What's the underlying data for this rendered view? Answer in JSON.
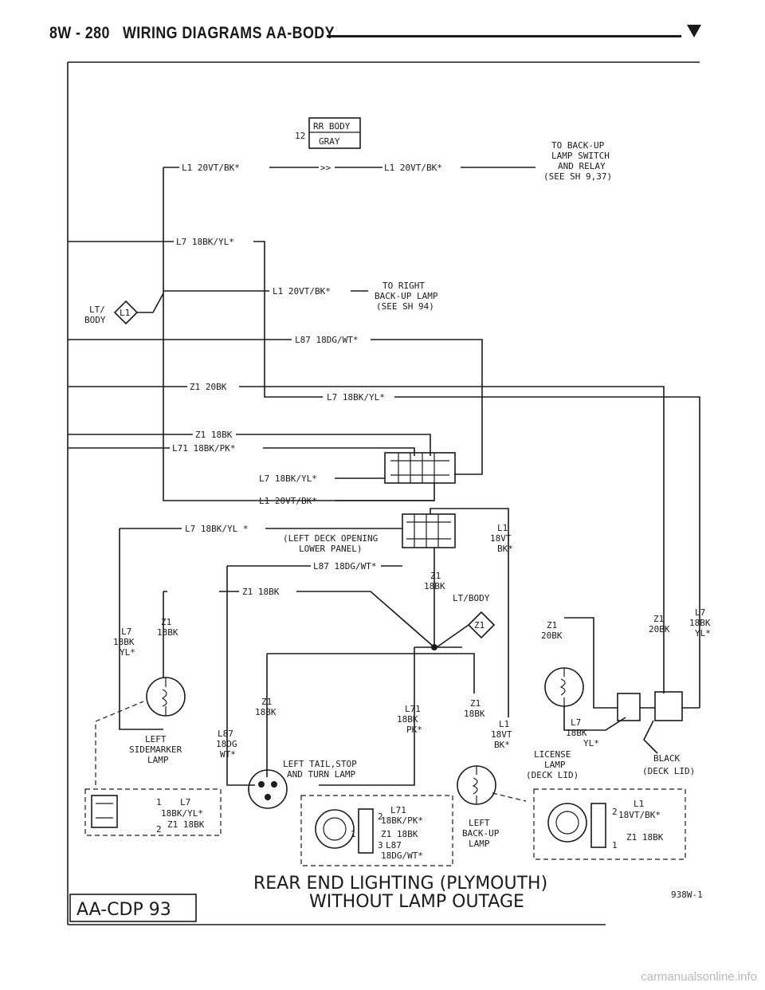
{
  "header": {
    "page_number": "8W - 280",
    "title": "WIRING DIAGRAMS AA-BODY"
  },
  "diagram": {
    "connector_top": {
      "pin": "12",
      "name": "RR BODY",
      "color": "GRAY"
    },
    "wire_top_left": "L1 20VT/BK*",
    "wire_top_right": "L1 20VT/BK*",
    "to_backup_switch": [
      "TO BACK-UP",
      "LAMP SWITCH",
      "AND RELAY",
      "(SEE SH 9,37)"
    ],
    "wire_l7_a": "L7 18BK/YL*",
    "wire_l1_b": "L1 20VT/BK*",
    "to_right_backup": [
      "TO RIGHT",
      "BACK-UP LAMP",
      "(SEE SH 94)"
    ],
    "ground_lt_body": [
      "LT/",
      "BODY"
    ],
    "ground_l1": "L1",
    "wire_l87_a": "L87 18DG/WT*",
    "wire_z1_20": "Z1 20BK",
    "wire_l7_b": "L7 18BK/YL*",
    "wire_z1_18": "Z1 18BK",
    "wire_l71": "L71 18BK/PK*",
    "wire_l7_c": "L7 18BK/YL*",
    "wire_l1_c": "L1 20VT/BK*",
    "wire_l7_d": "L7 18BK/YL *",
    "deck_label": [
      "(LEFT DECK OPENING",
      "LOWER PANEL)"
    ],
    "l1_18vt": [
      "L1",
      "18VT",
      "BK*"
    ],
    "wire_l87_b": "L87 18DG/WT*",
    "z1_18bk_mid": [
      "Z1",
      "18BK"
    ],
    "wire_z1_c": "Z1 18BK",
    "lt_body": "LT/BODY",
    "ground_z1": "Z1",
    "l7_left": [
      "L7",
      "18BK",
      "YL*"
    ],
    "z1_left": [
      "Z1",
      "18BK"
    ],
    "z1_right": [
      "Z1",
      "20BK"
    ],
    "z1_far_right": [
      "Z1",
      "20BK"
    ],
    "l7_far_right": [
      "L7",
      "18BK",
      "YL*"
    ],
    "z1_lamp": [
      "Z1",
      "18BK"
    ],
    "l71_lamp": [
      "L71",
      "18BK",
      "PK*"
    ],
    "z1_backup": [
      "Z1",
      "18BK"
    ],
    "l1_backup": [
      "L1",
      "18VT",
      "BK*"
    ],
    "l87_lamp": [
      "L87",
      "18DG",
      "WT*"
    ],
    "left_sidemarker": [
      "LEFT",
      "SIDEMARKER",
      "LAMP"
    ],
    "left_tail": [
      "LEFT TAIL,STOP",
      "AND TURN LAMP"
    ],
    "license_lamp": [
      "LICENSE",
      "LAMP",
      "(DECK LID)"
    ],
    "l7_license": [
      "L7",
      "18BK",
      "YL*"
    ],
    "black_deck": [
      "BLACK",
      "(DECK LID)"
    ],
    "sidemarker_pins": {
      "p1": "1",
      "p1_wire": "L7",
      "p1_color": "18BK/YL*",
      "p2": "2",
      "p2_wire": "Z1 18BK"
    },
    "tail_pins": {
      "p2": "2",
      "p2_wire": "L71",
      "p2_color": "18BK/PK*",
      "p1": "1",
      "p1_wire": "Z1 18BK",
      "p3": "3",
      "p3_wire": "L87",
      "p3_color": "18DG/WT*"
    },
    "left_backup": [
      "LEFT",
      "BACK-UP",
      "LAMP"
    ],
    "license_pins": {
      "p2": "2",
      "p2_wire": "L1",
      "p2_color": "18VT/BK*",
      "p1": "1",
      "p1_wire": "Z1 18BK"
    },
    "title_main": "REAR END LIGHTING (PLYMOUTH)",
    "title_sub": "WITHOUT LAMP OUTAGE",
    "stamp": "AA-CDP 93",
    "sheet_code": "938W-1"
  },
  "footer": {
    "url": "carmanualsonline.info"
  }
}
